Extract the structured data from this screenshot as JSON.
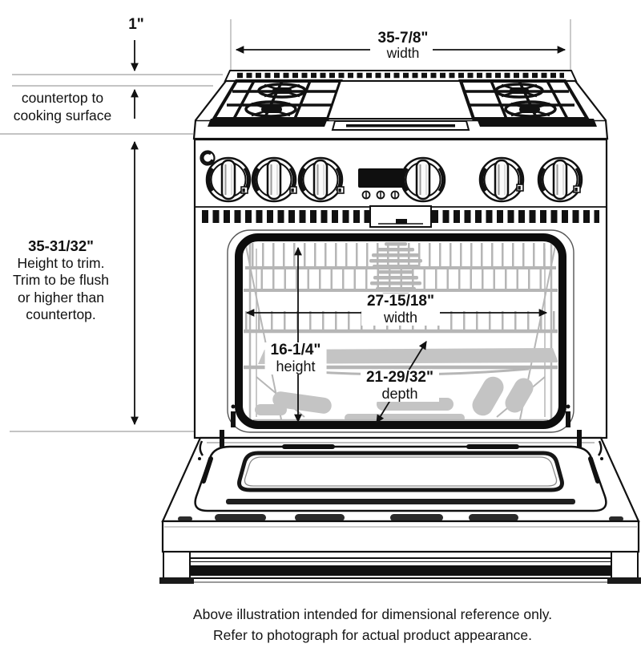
{
  "dimensions": {
    "one_inch": {
      "value": "1\""
    },
    "overall_width": {
      "value": "35-7/8\"",
      "label": "width"
    },
    "countertop_note": {
      "line1": "countertop to",
      "line2": "cooking surface"
    },
    "height_to_trim": {
      "value": "35-31/32\"",
      "lines": [
        "Height to trim.",
        "Trim to be flush",
        "or higher than",
        "countertop."
      ]
    },
    "oven_width": {
      "value": "27-15/18\"",
      "label": "width"
    },
    "oven_height": {
      "value": "16-1/4\"",
      "label": "height"
    },
    "oven_depth": {
      "value": "21-29/32\"",
      "label": "depth"
    }
  },
  "caption": {
    "line1": "Above illustration intended for dimensional reference only.",
    "line2": "Refer to photograph for actual product appearance."
  },
  "illustration": {
    "subject": "36-inch gas range, front view, oven door open",
    "icons": [
      "brand-logo-icon",
      "burner-grate-icon",
      "griddle-icon",
      "control-knob-icon",
      "oven-rack-icon"
    ],
    "colors": {
      "line": "#111111",
      "reference_line": "#c4c4c4",
      "rack_gray": "#b6b6b6",
      "fill": "#ffffff"
    }
  }
}
